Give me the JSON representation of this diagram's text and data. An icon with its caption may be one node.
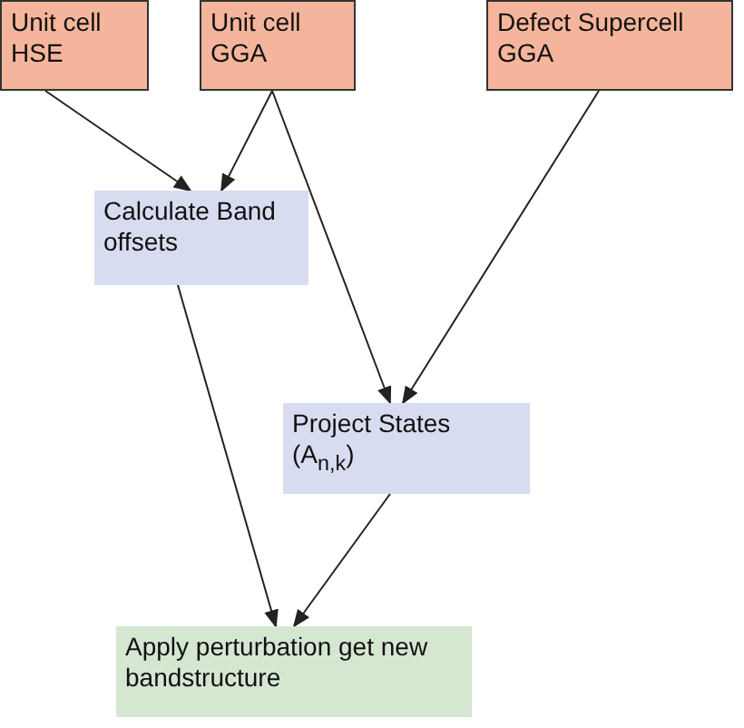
{
  "diagram": {
    "nodes": [
      {
        "text": [
          "Unit cell HSE"
        ]
      },
      {
        "text": [
          "Unit cell GGA"
        ]
      },
      {
        "text": [
          "Defect Supercell GGA"
        ]
      },
      {
        "text": [
          "Calculate Band offsets"
        ]
      },
      {
        "text": [
          "Project States (A$_{n,k}$)"
        ]
      },
      {
        "text": [
          "Apply perturbation get new bandstructure"
        ]
      }
    ],
    "edges": [
      {
        "from": 0,
        "to": 3,
        "arrow": "to"
      },
      {
        "from": 1,
        "to": 3,
        "arrow": "to"
      },
      {
        "from": 1,
        "to": 4,
        "arrow": "to"
      },
      {
        "from": 2,
        "to": 4,
        "arrow": "to"
      },
      {
        "from": 3,
        "to": 5,
        "arrow": "to"
      },
      {
        "from": 4,
        "to": 5,
        "arrow": "to"
      }
    ]
  }
}
